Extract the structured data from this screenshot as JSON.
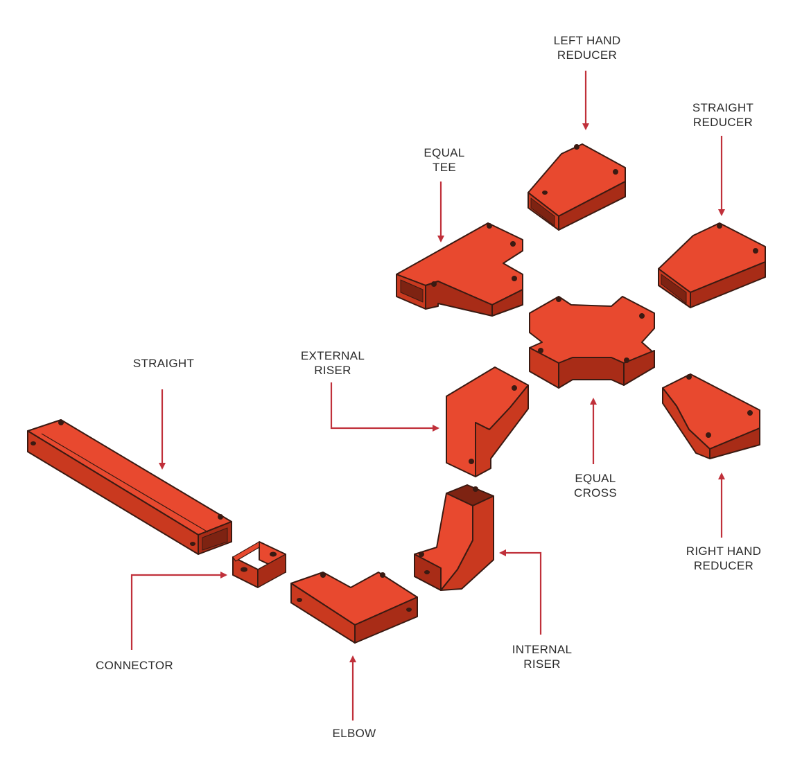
{
  "colors": {
    "part_fill": "#e8492f",
    "part_shade": "#c9391f",
    "part_dark": "#a82c17",
    "outline": "#3a1a12",
    "arrow": "#c0303a",
    "text": "#2b2b2b",
    "background": "#ffffff"
  },
  "labels": {
    "left_hand_reducer": [
      "LEFT HAND",
      "REDUCER"
    ],
    "straight_reducer": [
      "STRAIGHT",
      "REDUCER"
    ],
    "equal_tee": [
      "EQUAL",
      "TEE"
    ],
    "external_riser": [
      "EXTERNAL",
      "RISER"
    ],
    "straight": [
      "STRAIGHT"
    ],
    "equal_cross": [
      "EQUAL",
      "CROSS"
    ],
    "right_hand_reducer": [
      "RIGHT HAND",
      "REDUCER"
    ],
    "internal_riser": [
      "INTERNAL",
      "RISER"
    ],
    "connector": [
      "CONNECTOR"
    ],
    "elbow": [
      "ELBOW"
    ]
  }
}
